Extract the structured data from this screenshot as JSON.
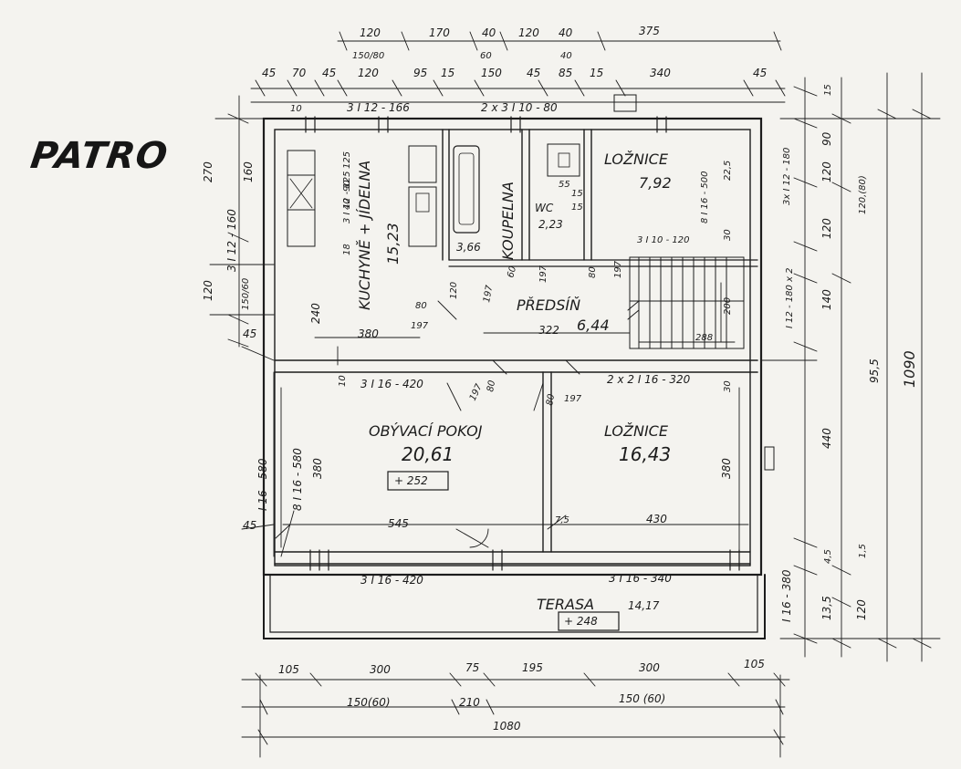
{
  "title": "PATRO",
  "rooms": [
    {
      "id": "kitchen",
      "name": "KUCHYNĚ + JÍDELNA",
      "area": "15,23"
    },
    {
      "id": "bath",
      "name": "KOUPELNA",
      "area": "3,66"
    },
    {
      "id": "wc",
      "name": "WC",
      "area": "2,23"
    },
    {
      "id": "bed-small",
      "name": "LOŽNICE",
      "area": "7,92"
    },
    {
      "id": "hall",
      "name": "PŘEDSÍŇ",
      "area": "6,44"
    },
    {
      "id": "living",
      "name": "OBÝVACÍ POKOJ",
      "area": "20,61",
      "level": "+ 252"
    },
    {
      "id": "bed-large",
      "name": "LOŽNICE",
      "area": "16,43"
    },
    {
      "id": "terrace",
      "name": "TERASA",
      "area": "14,17",
      "level": "+ 248"
    }
  ],
  "dims": {
    "top1": [
      "120",
      "170",
      "40",
      "120",
      "40",
      "375"
    ],
    "top1_sub": [
      "150/80",
      "60",
      "40"
    ],
    "top2": [
      "45",
      "70",
      "45",
      "120",
      "95",
      "15",
      "150",
      "45",
      "85",
      "15",
      "340",
      "45"
    ],
    "bottom1": [
      "105",
      "300",
      "75",
      "195",
      "300",
      "105"
    ],
    "bottom2": [
      "150(60)",
      "210",
      "150 (60)"
    ],
    "total_w": "1080",
    "right1": [
      "15",
      "90",
      "120",
      "120",
      "140",
      "440",
      "4,5",
      "13,5"
    ],
    "right2": [
      "120,(80)",
      "1,5",
      "120"
    ],
    "total_h": "1090",
    "right_mid": "95,5",
    "left": [
      "270",
      "160",
      "120",
      "150/60",
      "45",
      "45"
    ],
    "interior": [
      "240",
      "380",
      "197",
      "80",
      "322",
      "288",
      "200",
      "545",
      "430",
      "380",
      "380",
      "197",
      "80",
      "197",
      "80",
      "197",
      "60",
      "197",
      "80",
      "197",
      "120",
      "55",
      "15",
      "15",
      "22,5",
      "30",
      "10",
      "90",
      "125",
      "40",
      "18",
      "7,5",
      "30",
      "10"
    ]
  },
  "lintels": {
    "l1": "3 I 12 - 166",
    "l2": "2 x 3 I 10 - 80",
    "l3": "3 I 10 - 120",
    "l4": "3 I 12 - 160",
    "l5": "3x I 12 - 180",
    "l6": "8 I 16 - 500",
    "l7": "3 I 16 - 420",
    "l8": "2 x 2 I 16 - 320",
    "l9": "I 16 - 580",
    "l10": "8 I 16 - 580",
    "l11": "3 I 16 - 420",
    "l12": "3 I 16 - 340",
    "l13": "I 16 - 380",
    "l14": "I 12 - 180 x 2",
    "l15": "3 I 12 - 125"
  }
}
